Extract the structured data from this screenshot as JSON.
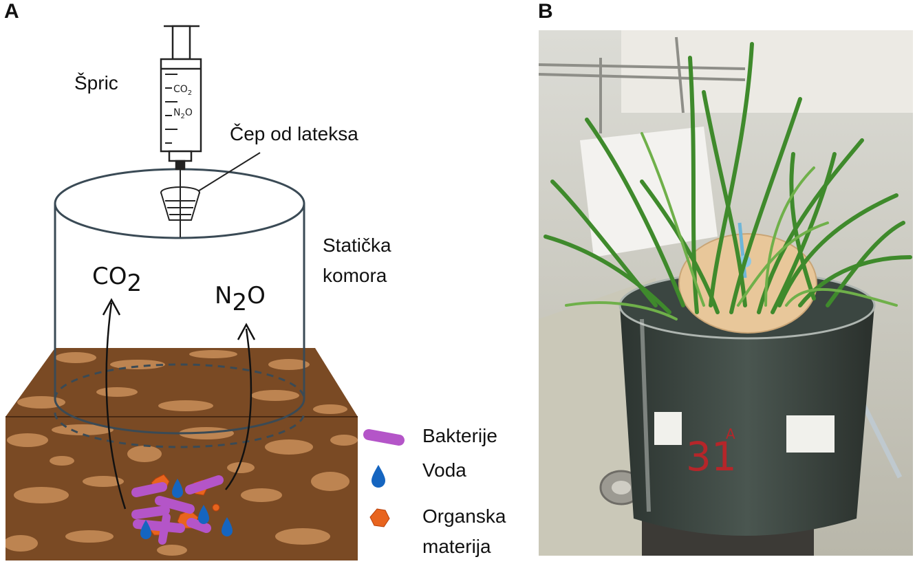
{
  "panels": {
    "a": "A",
    "b": "B"
  },
  "labels": {
    "syringe": "Špric",
    "stopper": "Čep od lateksa",
    "chamber_line1": "Statička",
    "chamber_line2": "komora",
    "bacteria": "Bakterije",
    "water": "Voda",
    "organic_line1": "Organska",
    "organic_line2": "materija"
  },
  "syringe_marks": {
    "co2": "CO",
    "co2_sub": "2",
    "n2o_a": "N",
    "n2o_sub": "2",
    "n2o_b": "O"
  },
  "gases": {
    "co2_main": "CO",
    "co2_sub": "2",
    "n2o_main": "N",
    "n2o_sub": "2",
    "n2o_end": "O"
  },
  "photo_text": {
    "label_number": "31",
    "label_letter": "A"
  },
  "colors": {
    "soil": "#7a4a24",
    "soil_patch": "#c98f5a",
    "bacteria": "#b455c8",
    "water": "#1565c0",
    "organic": "#e8641e",
    "cap": "#e8c79a"
  }
}
